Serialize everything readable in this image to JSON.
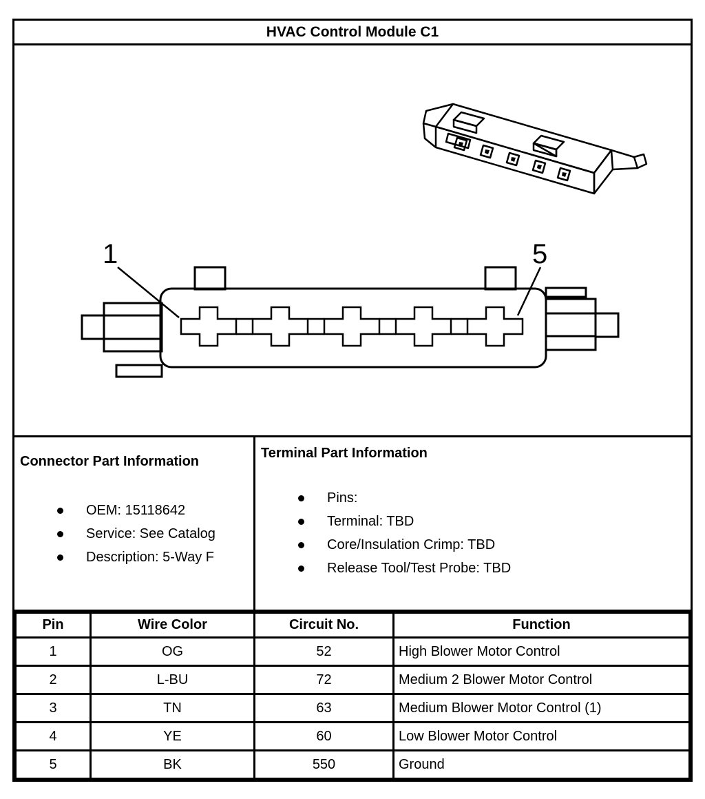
{
  "title": "HVAC Control Module C1",
  "diagram": {
    "label_pin1": "1",
    "label_pin5": "5"
  },
  "connector_info": {
    "heading": "Connector Part Information",
    "items": [
      "OEM: 15118642",
      "Service: See Catalog",
      "Description: 5-Way F"
    ]
  },
  "terminal_info": {
    "heading": "Terminal Part Information",
    "items": [
      "Pins:",
      "Terminal: TBD",
      "Core/Insulation Crimp: TBD",
      "Release Tool/Test Probe: TBD"
    ]
  },
  "pin_table": {
    "headers": [
      "Pin",
      "Wire Color",
      "Circuit No.",
      "Function"
    ],
    "rows": [
      [
        "1",
        "OG",
        "52",
        "High Blower Motor Control"
      ],
      [
        "2",
        "L-BU",
        "72",
        "Medium 2 Blower Motor Control"
      ],
      [
        "3",
        "TN",
        "63",
        "Medium Blower Motor Control (1)"
      ],
      [
        "4",
        "YE",
        "60",
        "Low Blower Motor Control"
      ],
      [
        "5",
        "BK",
        "550",
        "Ground"
      ]
    ]
  },
  "colors": {
    "line": "#000000",
    "background": "#ffffff"
  }
}
